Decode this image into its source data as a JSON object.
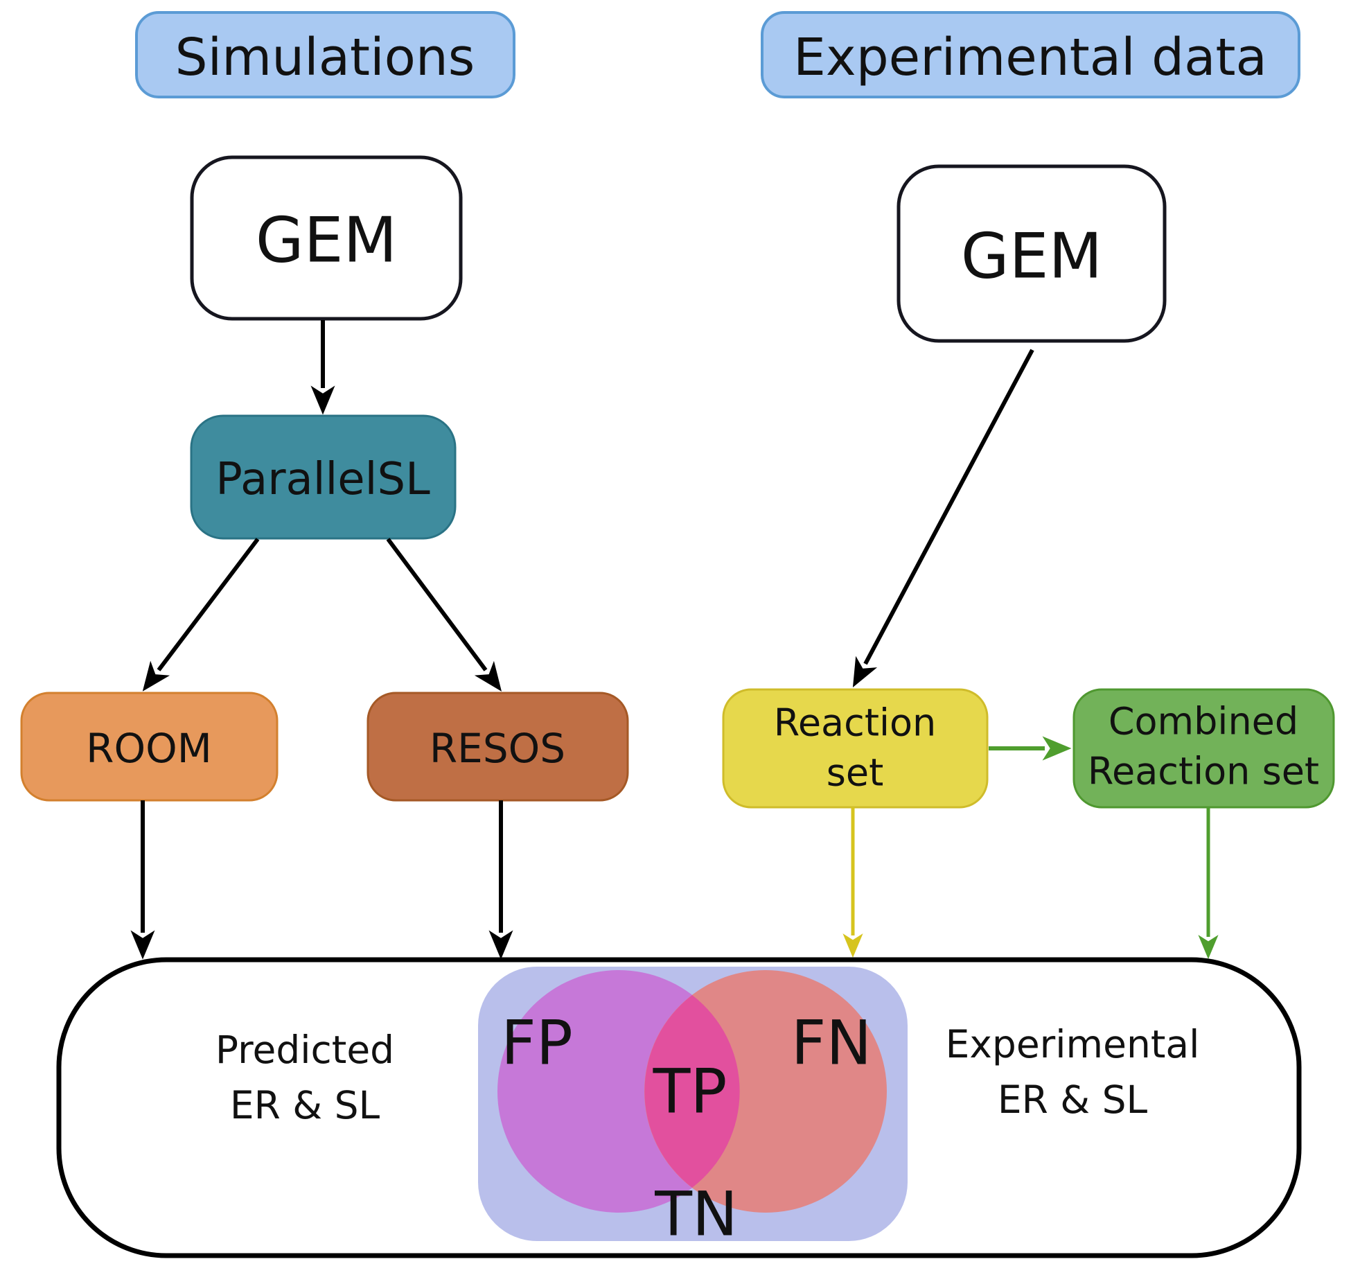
{
  "headers": {
    "simulations": "Simulations",
    "experimental_data": "Experimental data"
  },
  "nodes": {
    "gem_left": {
      "label": "GEM"
    },
    "gem_right": {
      "label": "GEM"
    },
    "parallelsl": {
      "label": "ParallelSL"
    },
    "room": {
      "label": "ROOM"
    },
    "resos": {
      "label": "RESOS"
    },
    "reaction_set": {
      "line1": "Reaction",
      "line2": "set"
    },
    "combined_reaction_set": {
      "line1": "Combined",
      "line2": "Reaction set"
    }
  },
  "venn": {
    "fp": "FP",
    "tp": "TP",
    "fn": "FN",
    "tn": "TN",
    "predicted": {
      "line1": "Predicted",
      "line2": "ER & SL"
    },
    "experimental": {
      "line1": "Experimental",
      "line2": "ER & SL"
    }
  },
  "colors": {
    "header_fill": "#a9c9f2",
    "header_border": "#5b9bd5",
    "gem_fill": "#ffffff",
    "outline_dark": "#16161f",
    "parallelsl_fill": "#3f8c9e",
    "parallelsl_border": "#2a7385",
    "room_fill": "#e7995c",
    "room_border": "#d3802e",
    "resos_fill": "#bf6f45",
    "resos_border": "#a55926",
    "reaction_fill": "#e6d84c",
    "reaction_border": "#cfbc2a",
    "combined_fill": "#72b259",
    "combined_border": "#4f9830",
    "results_fill": "#ffffff",
    "tn_region_fill": "#b9bfeb",
    "fp_circle_fill": "#c678d8",
    "fn_circle_fill": "#e08787",
    "tp_overlap_fill": "#e2509e",
    "predicted_text": "#ee85bb",
    "experimental_text": "#dd6f6f",
    "arrow_black": "#000000",
    "arrow_yellow": "#d6c41e",
    "arrow_green": "#4f9e2e"
  }
}
